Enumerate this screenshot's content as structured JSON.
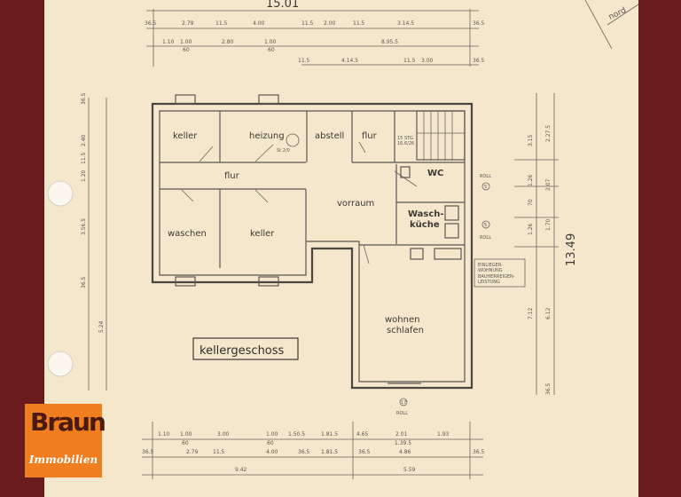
{
  "plan": {
    "title": "kellergeschoss",
    "north": "nord",
    "rooms": {
      "keller1": "keller",
      "heizung": "heizung",
      "abstell": "abstell",
      "flur_top": "flur",
      "flur": "flur",
      "vorraum": "vorraum",
      "waschen": "waschen",
      "keller2": "keller",
      "wc": "WC",
      "waschkueche_1": "Wasch-",
      "waschkueche_2": "küche",
      "wohnen": "wohnen",
      "schlafen": "schlafen"
    },
    "stairs_note_1": "15 STG",
    "stairs_note_2": "16.6/26",
    "heizung_note": "St 2/0",
    "roll": "ROLL",
    "roll_num": "5",
    "bottom_roll_num": "17",
    "note_lines": [
      "EINLIEGER-",
      "WOHNUNG",
      "BAUHERREIGEN-",
      "LEISTUNG"
    ],
    "overall_width": "15.01",
    "overall_depth": "13.49",
    "top_dims_row1": [
      "36.5",
      "2.79",
      "11.5",
      "4.00",
      "11.5",
      "2.00",
      "11.5",
      "3.14.5",
      "36.5"
    ],
    "top_dims_row2": [
      "1.10",
      "1.00",
      "60",
      "2.80",
      "1.00",
      "60",
      "8.95.5"
    ],
    "top_dims_row3": [
      "11.5",
      "4.14.5",
      "11.5",
      "3.00",
      "36.5"
    ],
    "bottom_dims_row1": [
      "1.10",
      "1.00",
      "60",
      "3.00",
      "1.00",
      "60",
      "1.50.5",
      "1.81.5",
      "4.65",
      "2.01",
      "1.39.5",
      "1.93"
    ],
    "bottom_dims_row2": [
      "36.5",
      "2.79",
      "11.5",
      "4.00",
      "36.5",
      "1.81.5",
      "36.5",
      "4.86",
      "36.5"
    ],
    "bottom_dims_row3": [
      "9.42",
      "5.59"
    ],
    "left_dims": [
      "36.5",
      "2.40",
      "11.5",
      "1.20",
      "3.56.5",
      "36.5",
      "5.24"
    ],
    "right_dims": [
      "3.15",
      "2.27.5",
      "1.26",
      "2.07",
      "70",
      "1.70",
      "1.26",
      "7.12",
      "6.12",
      "36.5"
    ]
  },
  "logo": {
    "brand": "Braun",
    "sub": "Immobilien"
  },
  "colors": {
    "border": "#6a1c1c",
    "paper": "#f4e7cc",
    "logo": "#f07d1e"
  }
}
